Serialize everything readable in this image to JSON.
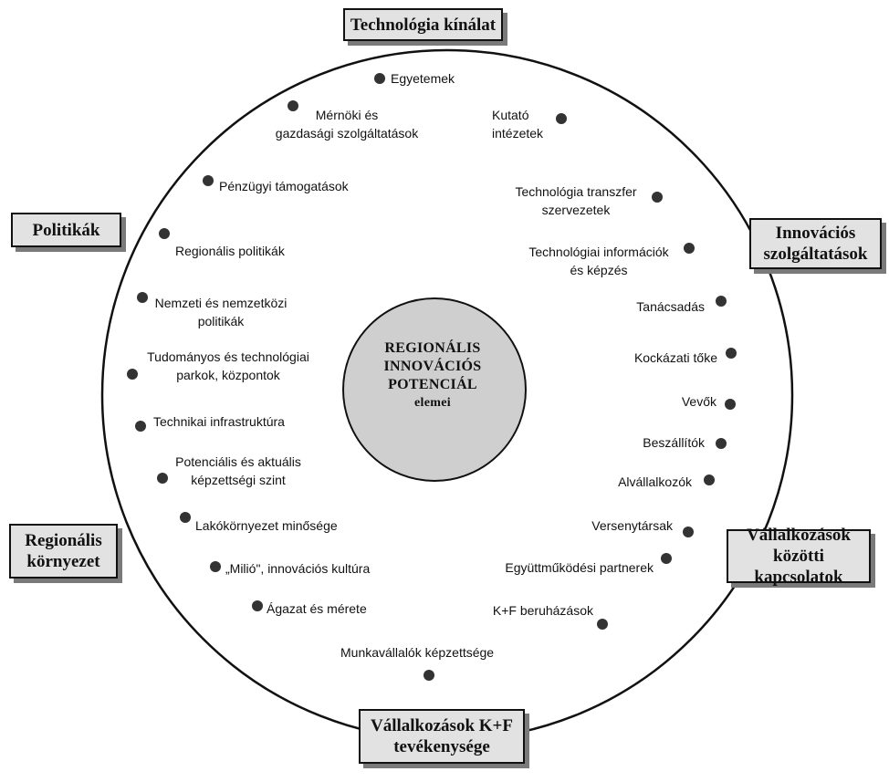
{
  "center": {
    "lines": [
      "REGIONÁLIS",
      "INNOVÁCIÓS",
      "POTENCIÁL",
      "elemei"
    ]
  },
  "categories": {
    "technologia_kinalat": "Technológia kínálat",
    "politikak": "Politikák",
    "innovacios_szolgaltatasok": [
      "Innovációs",
      "szolgáltatások"
    ],
    "regionalis_kornyezet": [
      "Regionális",
      "környezet"
    ],
    "vallalkozasok_kozotti": [
      "Vállalkozások",
      "közötti kapcsolatok"
    ],
    "vallalkozasok_kf": [
      "Vállalkozások K+F",
      "tevékenysége"
    ]
  },
  "elements": [
    {
      "id": "egyetemek",
      "lines": [
        "Egyetemek"
      ]
    },
    {
      "id": "mernoki",
      "lines": [
        "Mérnöki és",
        "gazdasági szolgáltatások"
      ]
    },
    {
      "id": "kutato",
      "lines": [
        "Kutató",
        "intézetek"
      ]
    },
    {
      "id": "penzugyi",
      "lines": [
        "Pénzügyi támogatások"
      ]
    },
    {
      "id": "tech-transzfer",
      "lines": [
        "Technológia transzfer",
        "szervezetek"
      ]
    },
    {
      "id": "regionalis-politikak",
      "lines": [
        "Regionális politikák"
      ]
    },
    {
      "id": "tech-informaciok",
      "lines": [
        "Technológiai információk",
        "és képzés"
      ]
    },
    {
      "id": "nemzeti",
      "lines": [
        "Nemzeti és nemzetközi",
        "politikák"
      ]
    },
    {
      "id": "tanacsadas",
      "lines": [
        "Tanácsadás"
      ]
    },
    {
      "id": "tudomanyos",
      "lines": [
        "Tudományos és technológiai",
        "parkok, központok"
      ]
    },
    {
      "id": "kockazati",
      "lines": [
        "Kockázati tőke"
      ]
    },
    {
      "id": "vevok",
      "lines": [
        "Vevők"
      ]
    },
    {
      "id": "technikai",
      "lines": [
        "Technikai infrastruktúra"
      ]
    },
    {
      "id": "beszallitok",
      "lines": [
        "Beszállítók"
      ]
    },
    {
      "id": "potencialis",
      "lines": [
        "Potenciális és aktuális",
        "képzettségi szint"
      ]
    },
    {
      "id": "alvallalkozok",
      "lines": [
        "Alvállalkozók"
      ]
    },
    {
      "id": "lakokornyezet",
      "lines": [
        "Lakókörnyezet minősége"
      ]
    },
    {
      "id": "versenytarsak",
      "lines": [
        "Versenytársak"
      ]
    },
    {
      "id": "milio",
      "lines": [
        "„Milió\", innovációs kultúra"
      ]
    },
    {
      "id": "egyuttmukodesi",
      "lines": [
        "Együttműködési partnerek"
      ]
    },
    {
      "id": "agazat",
      "lines": [
        "Ágazat és mérete"
      ]
    },
    {
      "id": "kf-beruhazasok",
      "lines": [
        "K+F beruházások"
      ]
    },
    {
      "id": "munkavallalok",
      "lines": [
        "Munkavállalók képzettsége"
      ]
    }
  ],
  "colors": {
    "center_fill": "#cfcfcf",
    "box_fill": "#e2e2e2",
    "box_shadow": "#7a7a7a",
    "dot": "#333333",
    "stroke": "#111111"
  }
}
